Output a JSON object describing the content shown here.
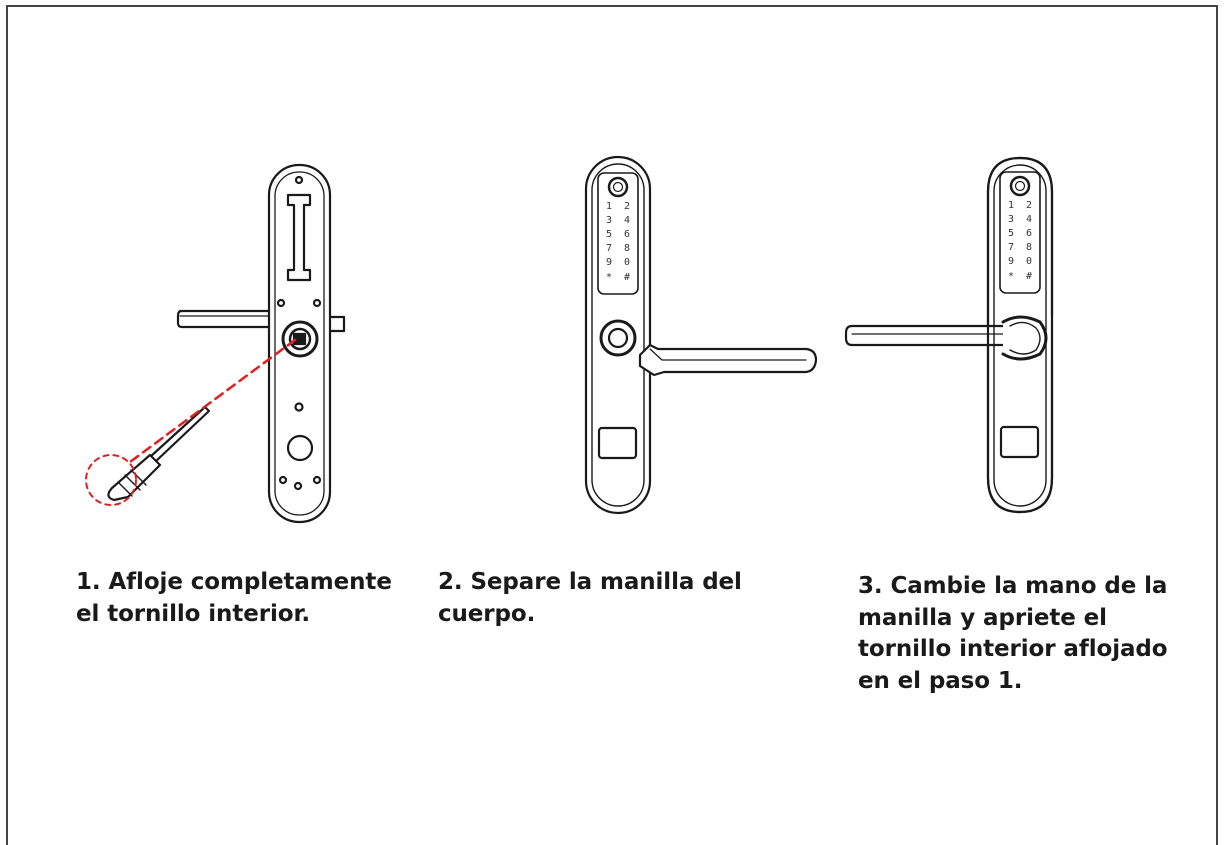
{
  "steps": [
    {
      "lines": [
        "1. Afloje completamente",
        "el tornillo interior."
      ]
    },
    {
      "lines": [
        "2. Separe la manilla del",
        "cuerpo."
      ]
    },
    {
      "lines": [
        "3. Cambie la mano de la",
        "manilla y apriete el",
        "tornillo interior aflojado",
        "en el paso 1."
      ]
    }
  ],
  "keypad": {
    "rows": [
      [
        "1",
        "2"
      ],
      [
        "3",
        "4"
      ],
      [
        "5",
        "6"
      ],
      [
        "7",
        "8"
      ],
      [
        "9",
        "0"
      ],
      [
        "*",
        "#"
      ]
    ]
  },
  "colors": {
    "line": "#1a1a1a",
    "screw_hint": "#e02020",
    "frame": "#444444"
  },
  "icons": [
    "smart-lock-back-plate-icon",
    "screwdriver-icon",
    "smart-lock-front-icon",
    "lever-handle-icon",
    "fingerprint-reader-icon",
    "keypad-icon",
    "card-reader-icon"
  ]
}
